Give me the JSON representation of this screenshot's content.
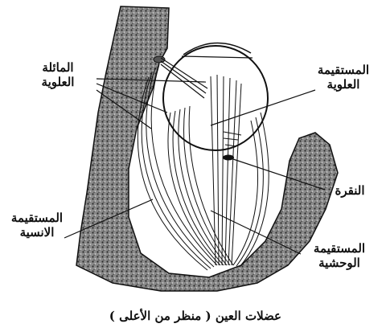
{
  "labels": {
    "superior_oblique": [
      "المائلة",
      "العلوية"
    ],
    "superior_rectus": [
      "المستقيمة",
      "العلوية"
    ],
    "fovea": "النقرة",
    "medial_rectus": [
      "المستقيمة",
      "الانسية"
    ],
    "lateral_rectus": [
      "المستقيمة",
      "الوحشية"
    ]
  },
  "caption": "عضلات العين ( منظر من الأعلى )"
}
